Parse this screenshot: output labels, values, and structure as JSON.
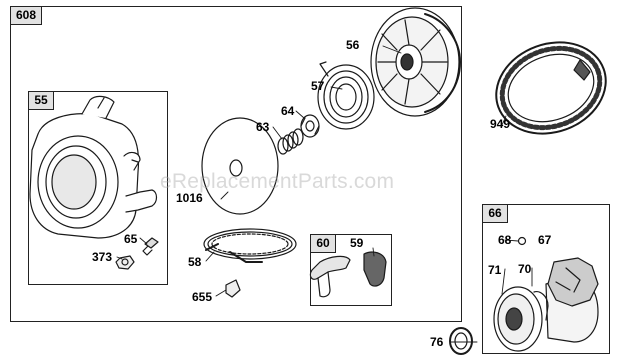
{
  "boxes": {
    "main": "608",
    "housing": "55",
    "grip": "60",
    "clutch": "66"
  },
  "callouts": {
    "pulley": "56",
    "spring": "57",
    "retainer": "64",
    "comp_spring": "63",
    "plate": "1016",
    "screw": "65",
    "nut": "373",
    "rope": "58",
    "clip": "655",
    "handle": "59",
    "screen": "949",
    "ball": "68",
    "clutch": "67",
    "drive": "71",
    "washer": "70",
    "seal": "76"
  },
  "watermark": "eReplacementParts.com"
}
